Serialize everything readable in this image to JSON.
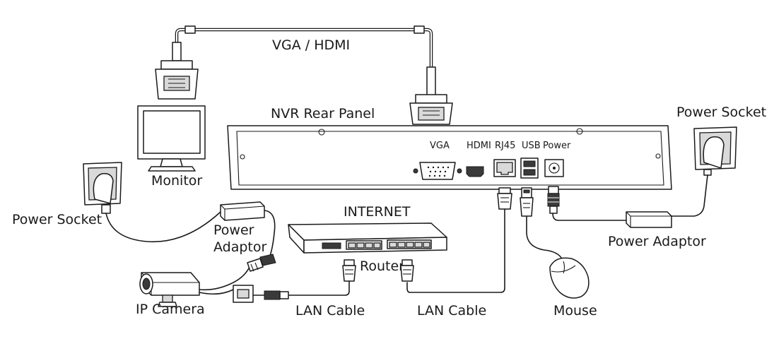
{
  "labels": {
    "vga_hdmi_cable": "VGA / HDMI",
    "nvr_rear_panel": "NVR Rear Panel",
    "monitor": "Monitor",
    "power_socket_left": "Power Socket",
    "power_socket_right": "Power Socket",
    "power_adaptor_left_line1": "Power",
    "power_adaptor_left_line2": "Adaptor",
    "power_adaptor_right": "Power Adaptor",
    "internet": "INTERNET",
    "router": "Router",
    "ip_camera": "IP Camera",
    "lan_cable_left": "LAN Cable",
    "lan_cable_right": "LAN Cable",
    "mouse": "Mouse"
  },
  "ports": {
    "vga": "VGA",
    "hdmi": "HDMI",
    "rj45": "RJ45",
    "usb": "USB",
    "power": "Power"
  }
}
